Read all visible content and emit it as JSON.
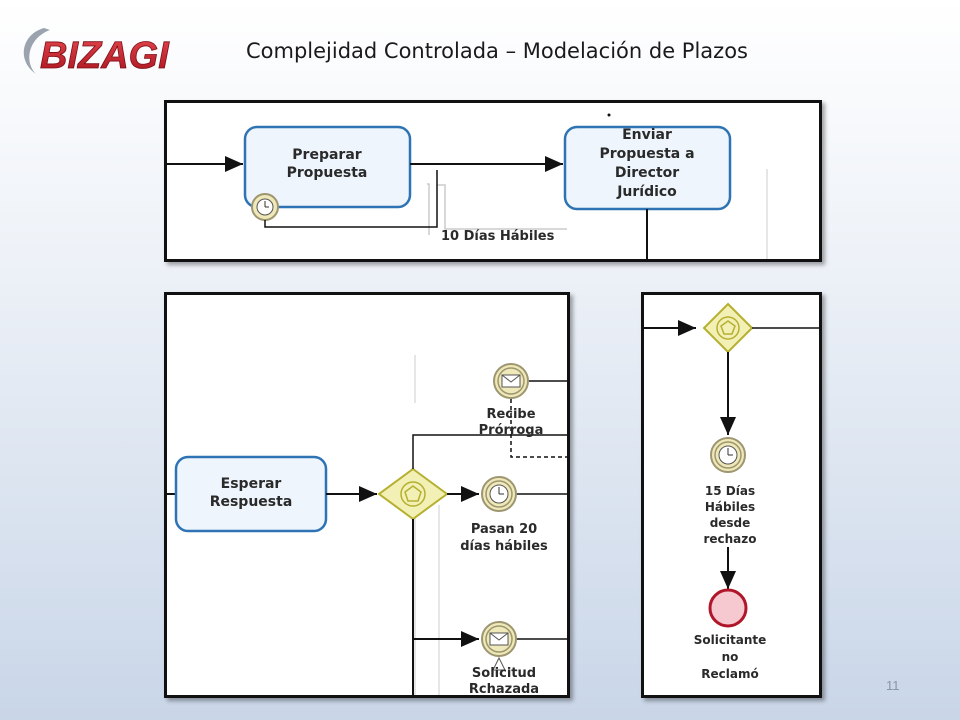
{
  "header": {
    "logo_text": "BIZAGI",
    "title": "Complejidad Controlada – Modelación de Plazos"
  },
  "diagram_top": {
    "task_prepare": [
      "Preparar",
      "Propuesta"
    ],
    "task_send": [
      "Enviar",
      "Propuesta a",
      "Director",
      "Jurídico"
    ],
    "timer_label": "10 Días Hábiles"
  },
  "diagram_left": {
    "task_wait": [
      "Esperar",
      "Respuesta"
    ],
    "event_extension": [
      "Recibe",
      "Prórroga"
    ],
    "event_timeout": [
      "Pasan 20",
      "días hábiles"
    ],
    "event_rejected": [
      "Solicitud",
      "Rchazada"
    ]
  },
  "diagram_right": {
    "timer_label": [
      "15 Días",
      "Hábiles",
      "desde",
      "rechazo"
    ],
    "end_label": [
      "Solicitante",
      "no",
      "Reclamó"
    ]
  },
  "footer": {
    "page_number": "11"
  },
  "colors": {
    "task_border": "#2e74b5",
    "gateway_fill": "#f2f0b4",
    "gateway_stroke": "#b5b030",
    "event_fill": "#efe8b8",
    "event_stroke": "#9d9670",
    "end_stroke": "#b0162a",
    "end_fill": "#f6c8cf"
  }
}
